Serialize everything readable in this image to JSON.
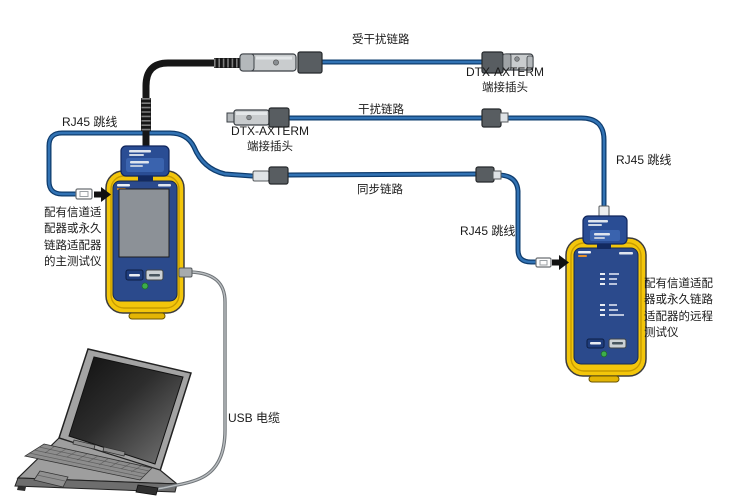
{
  "labels": {
    "victim_link": "受干扰链路",
    "disturber_link": "干扰链路",
    "sync_link": "同步链路",
    "rj45_jumper_left": "RJ45 跳线",
    "rj45_jumper_mid": "RJ45 跳线",
    "rj45_jumper_right": "RJ45 跳线",
    "usb_cable": "USB 电缆",
    "dtx_axterm_top": {
      "name": "DTX-AXTERM",
      "desc": "端接插头"
    },
    "dtx_axterm_left": {
      "name": "DTX-AXTERM",
      "desc": "端接插头"
    },
    "main_tester": [
      "配有信道适",
      "配器或永久",
      "链路适配器",
      "的主测试仪"
    ],
    "remote_tester": [
      "配有信道适配",
      "器或永久链路",
      "适配器的远程",
      "测试仪"
    ]
  },
  "colors": {
    "cable_blue": "#3273b4",
    "cable_outline": "#0e3c6e",
    "black_cable": "#161616",
    "tester_yellow": "#f3c60b",
    "tester_face_blue": "#2b4a8c",
    "adapter_blue": "#2a4d94",
    "led_green": "#3dae4b",
    "coupler_gray": "#585d61",
    "plug_gray": "#c9ccce",
    "usb_gray": "#94989c",
    "text": "#1a1a1a"
  }
}
